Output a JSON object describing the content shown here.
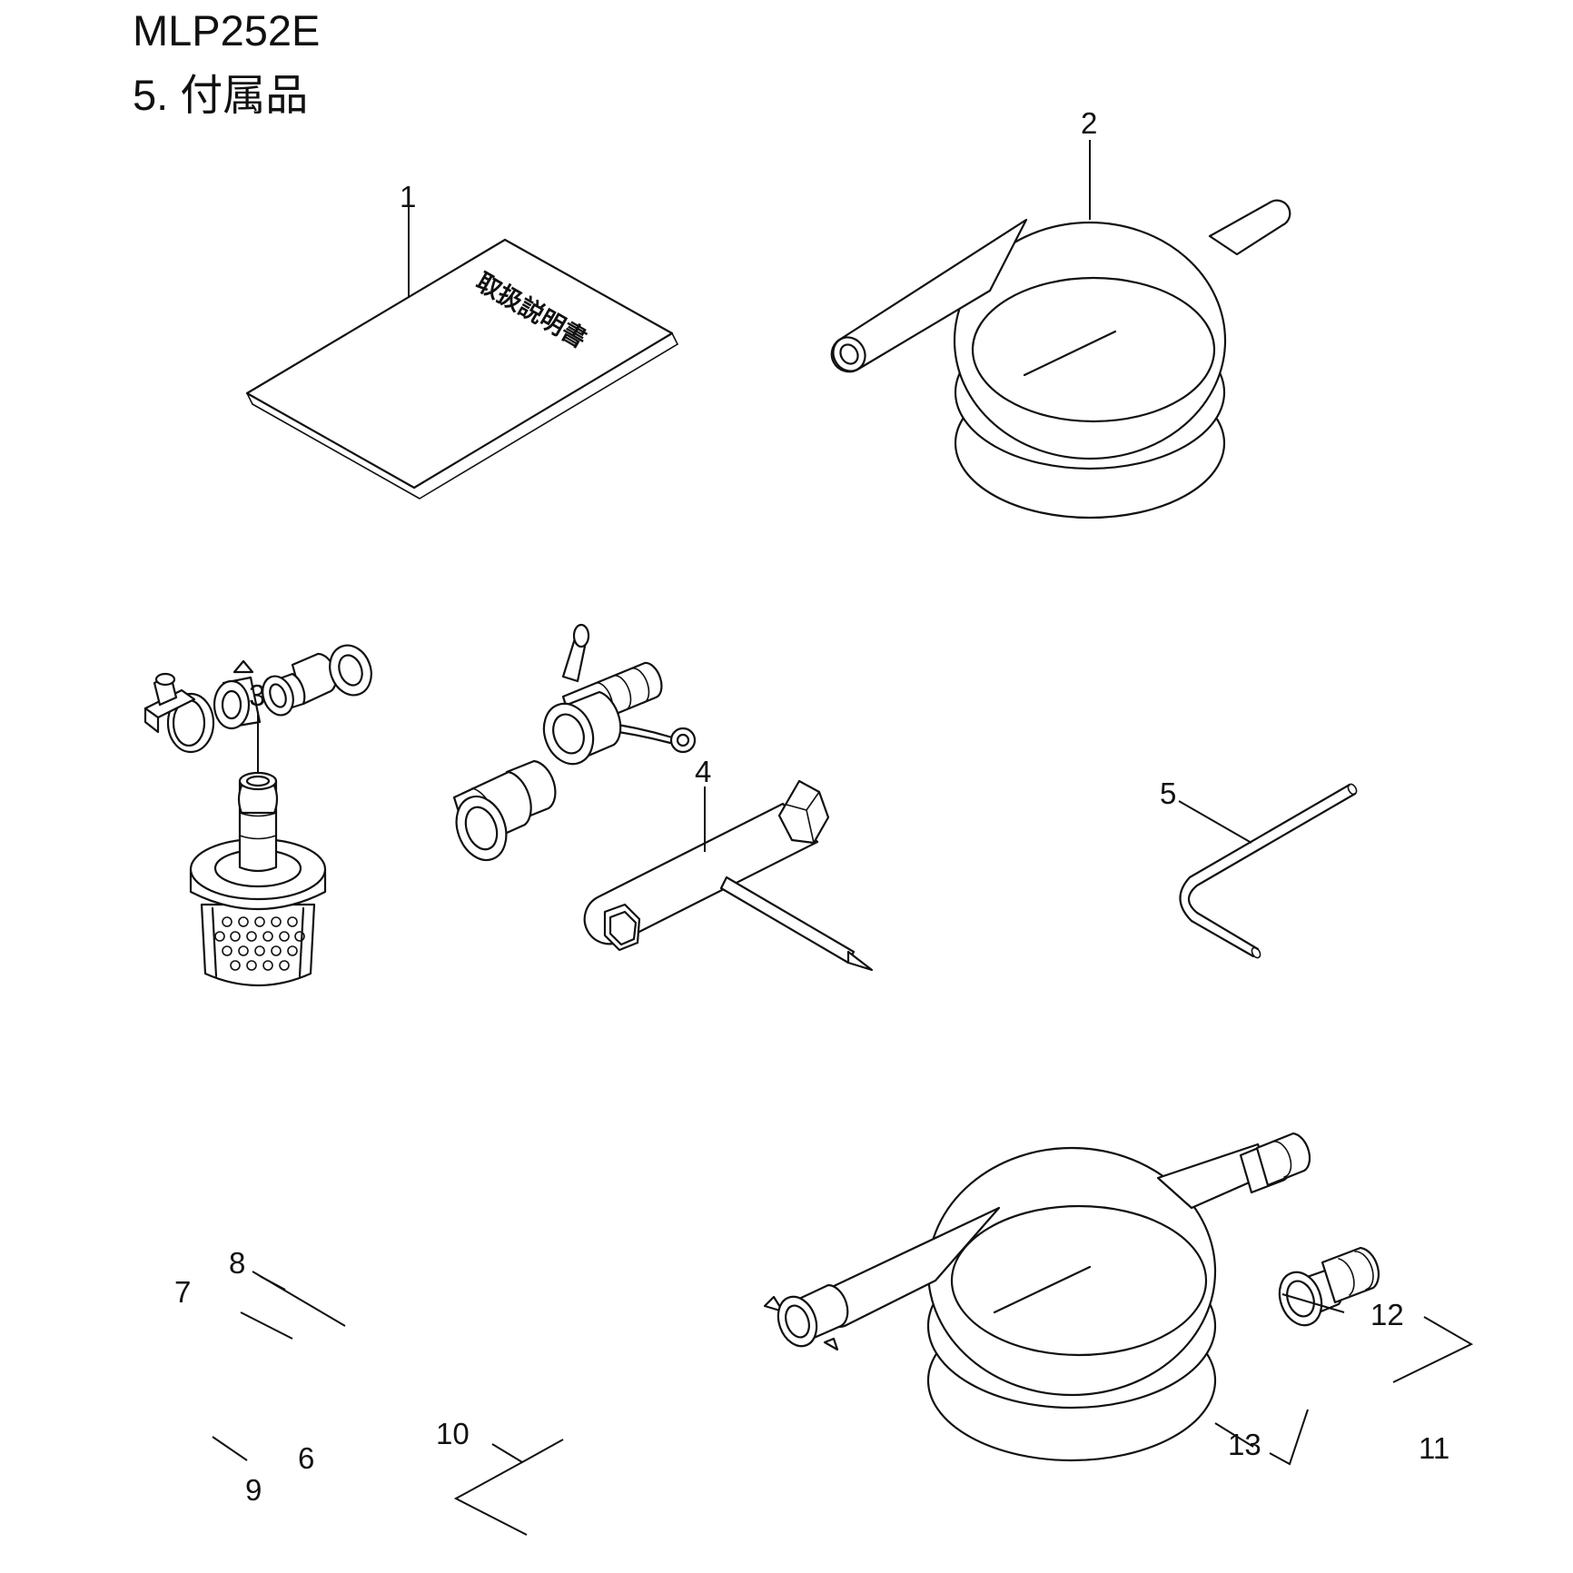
{
  "header": {
    "model": "MLP252E",
    "section": "5. 付属品"
  },
  "manual_cover_text": "取扱説明書",
  "parts": [
    {
      "number": "1"
    },
    {
      "number": "2"
    },
    {
      "number": "3"
    },
    {
      "number": "4"
    },
    {
      "number": "5"
    },
    {
      "number": "6"
    },
    {
      "number": "7"
    },
    {
      "number": "8"
    },
    {
      "number": "9"
    },
    {
      "number": "10"
    },
    {
      "number": "11"
    },
    {
      "number": "12"
    },
    {
      "number": "13"
    }
  ]
}
